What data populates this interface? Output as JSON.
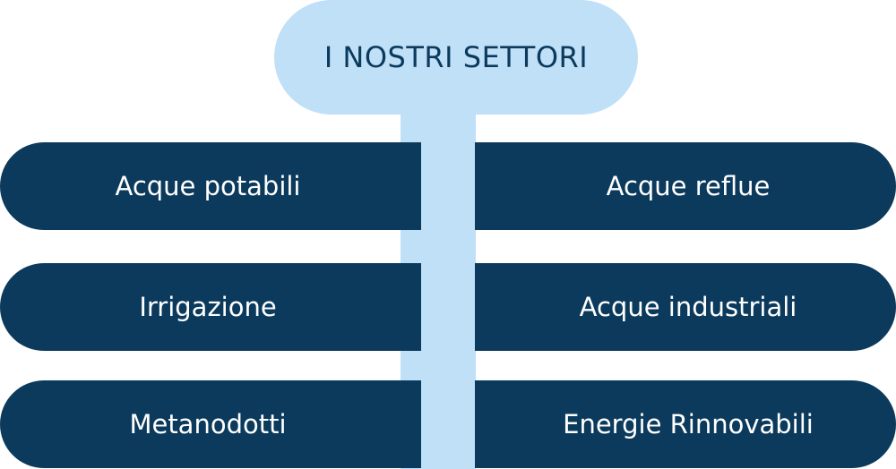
{
  "header": {
    "title": "I NOSTRI SETTORI"
  },
  "sectors": {
    "left": [
      "Acque potabili",
      "Irrigazione",
      "Metanodotti"
    ],
    "right": [
      "Acque reflue",
      "Acque industriali",
      "Energie Rinnovabili"
    ]
  },
  "colors": {
    "header_bg": "#c0e0f8",
    "stem_bg": "#c0e0f8",
    "pill_bg": "#0b3a5c",
    "header_text": "#0b3a5c",
    "pill_text": "#ffffff"
  }
}
